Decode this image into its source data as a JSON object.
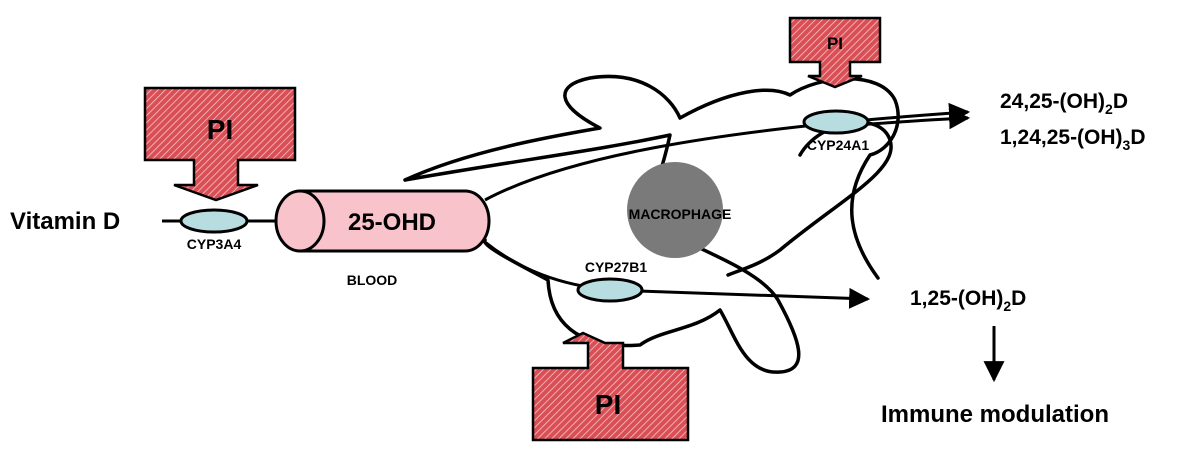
{
  "diagram": {
    "inhibitor_label": "PI",
    "vitamin_d": "Vitamin D",
    "cyp3a4": "CYP3A4",
    "ohd25": "25-OHD",
    "blood": "BLOOD",
    "macrophage": "MACROPHAGE",
    "cyp24a1": "CYP24A1",
    "cyp27b1": "CYP27B1",
    "product_1": {
      "prefix": "24,25-(OH)",
      "sub": "2",
      "suffix": "D"
    },
    "product_2": {
      "prefix": "1,24,25-(OH)",
      "sub": "3",
      "suffix": "D"
    },
    "product_3": {
      "prefix": "1,25-(OH)",
      "sub": "2",
      "suffix": "D"
    },
    "immune": "Immune modulation"
  },
  "colors": {
    "inhibitor_fill": "#d94f55",
    "inhibitor_hatch": "#f4c7c9",
    "enzyme_fill": "#b7dde0",
    "cylinder_fill": "#f9c3cc",
    "macrophage_nucleus": "#7a7a7a"
  }
}
